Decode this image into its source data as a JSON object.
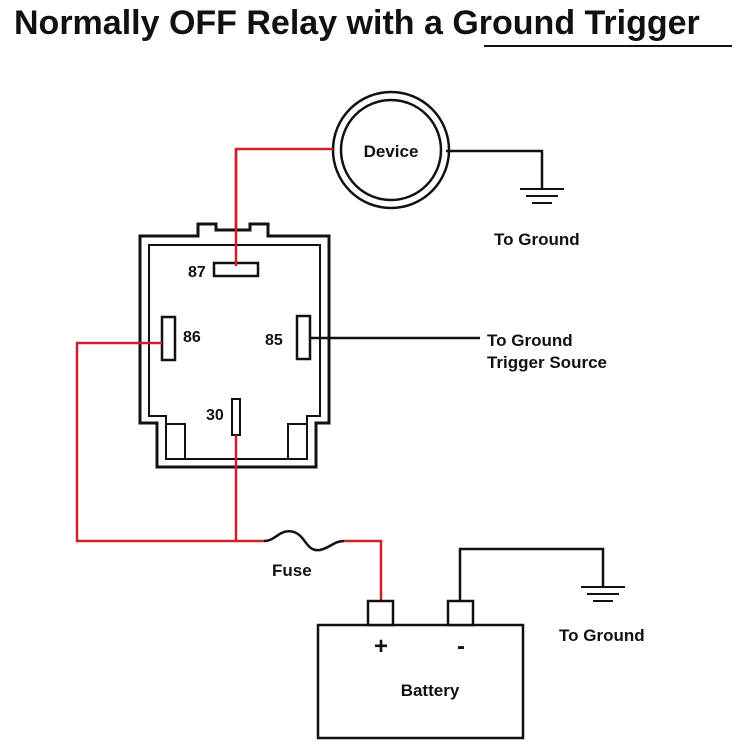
{
  "title": {
    "prefix": "Normally OFF Relay with a ",
    "underlined": "Ground Trigger"
  },
  "device": {
    "label": "Device"
  },
  "relay": {
    "pins": {
      "p87": "87",
      "p86": "86",
      "p85": "85",
      "p30": "30"
    }
  },
  "labels": {
    "device_ground": "To Ground",
    "trigger_line1": "To Ground",
    "trigger_line2": "Trigger Source",
    "fuse": "Fuse",
    "battery_ground": "To Ground"
  },
  "battery": {
    "label": "Battery",
    "positive": "+",
    "negative": "-"
  },
  "colors": {
    "power_wire": "#cc1f2a",
    "ground_wire": "#111111",
    "outline": "#111111"
  }
}
